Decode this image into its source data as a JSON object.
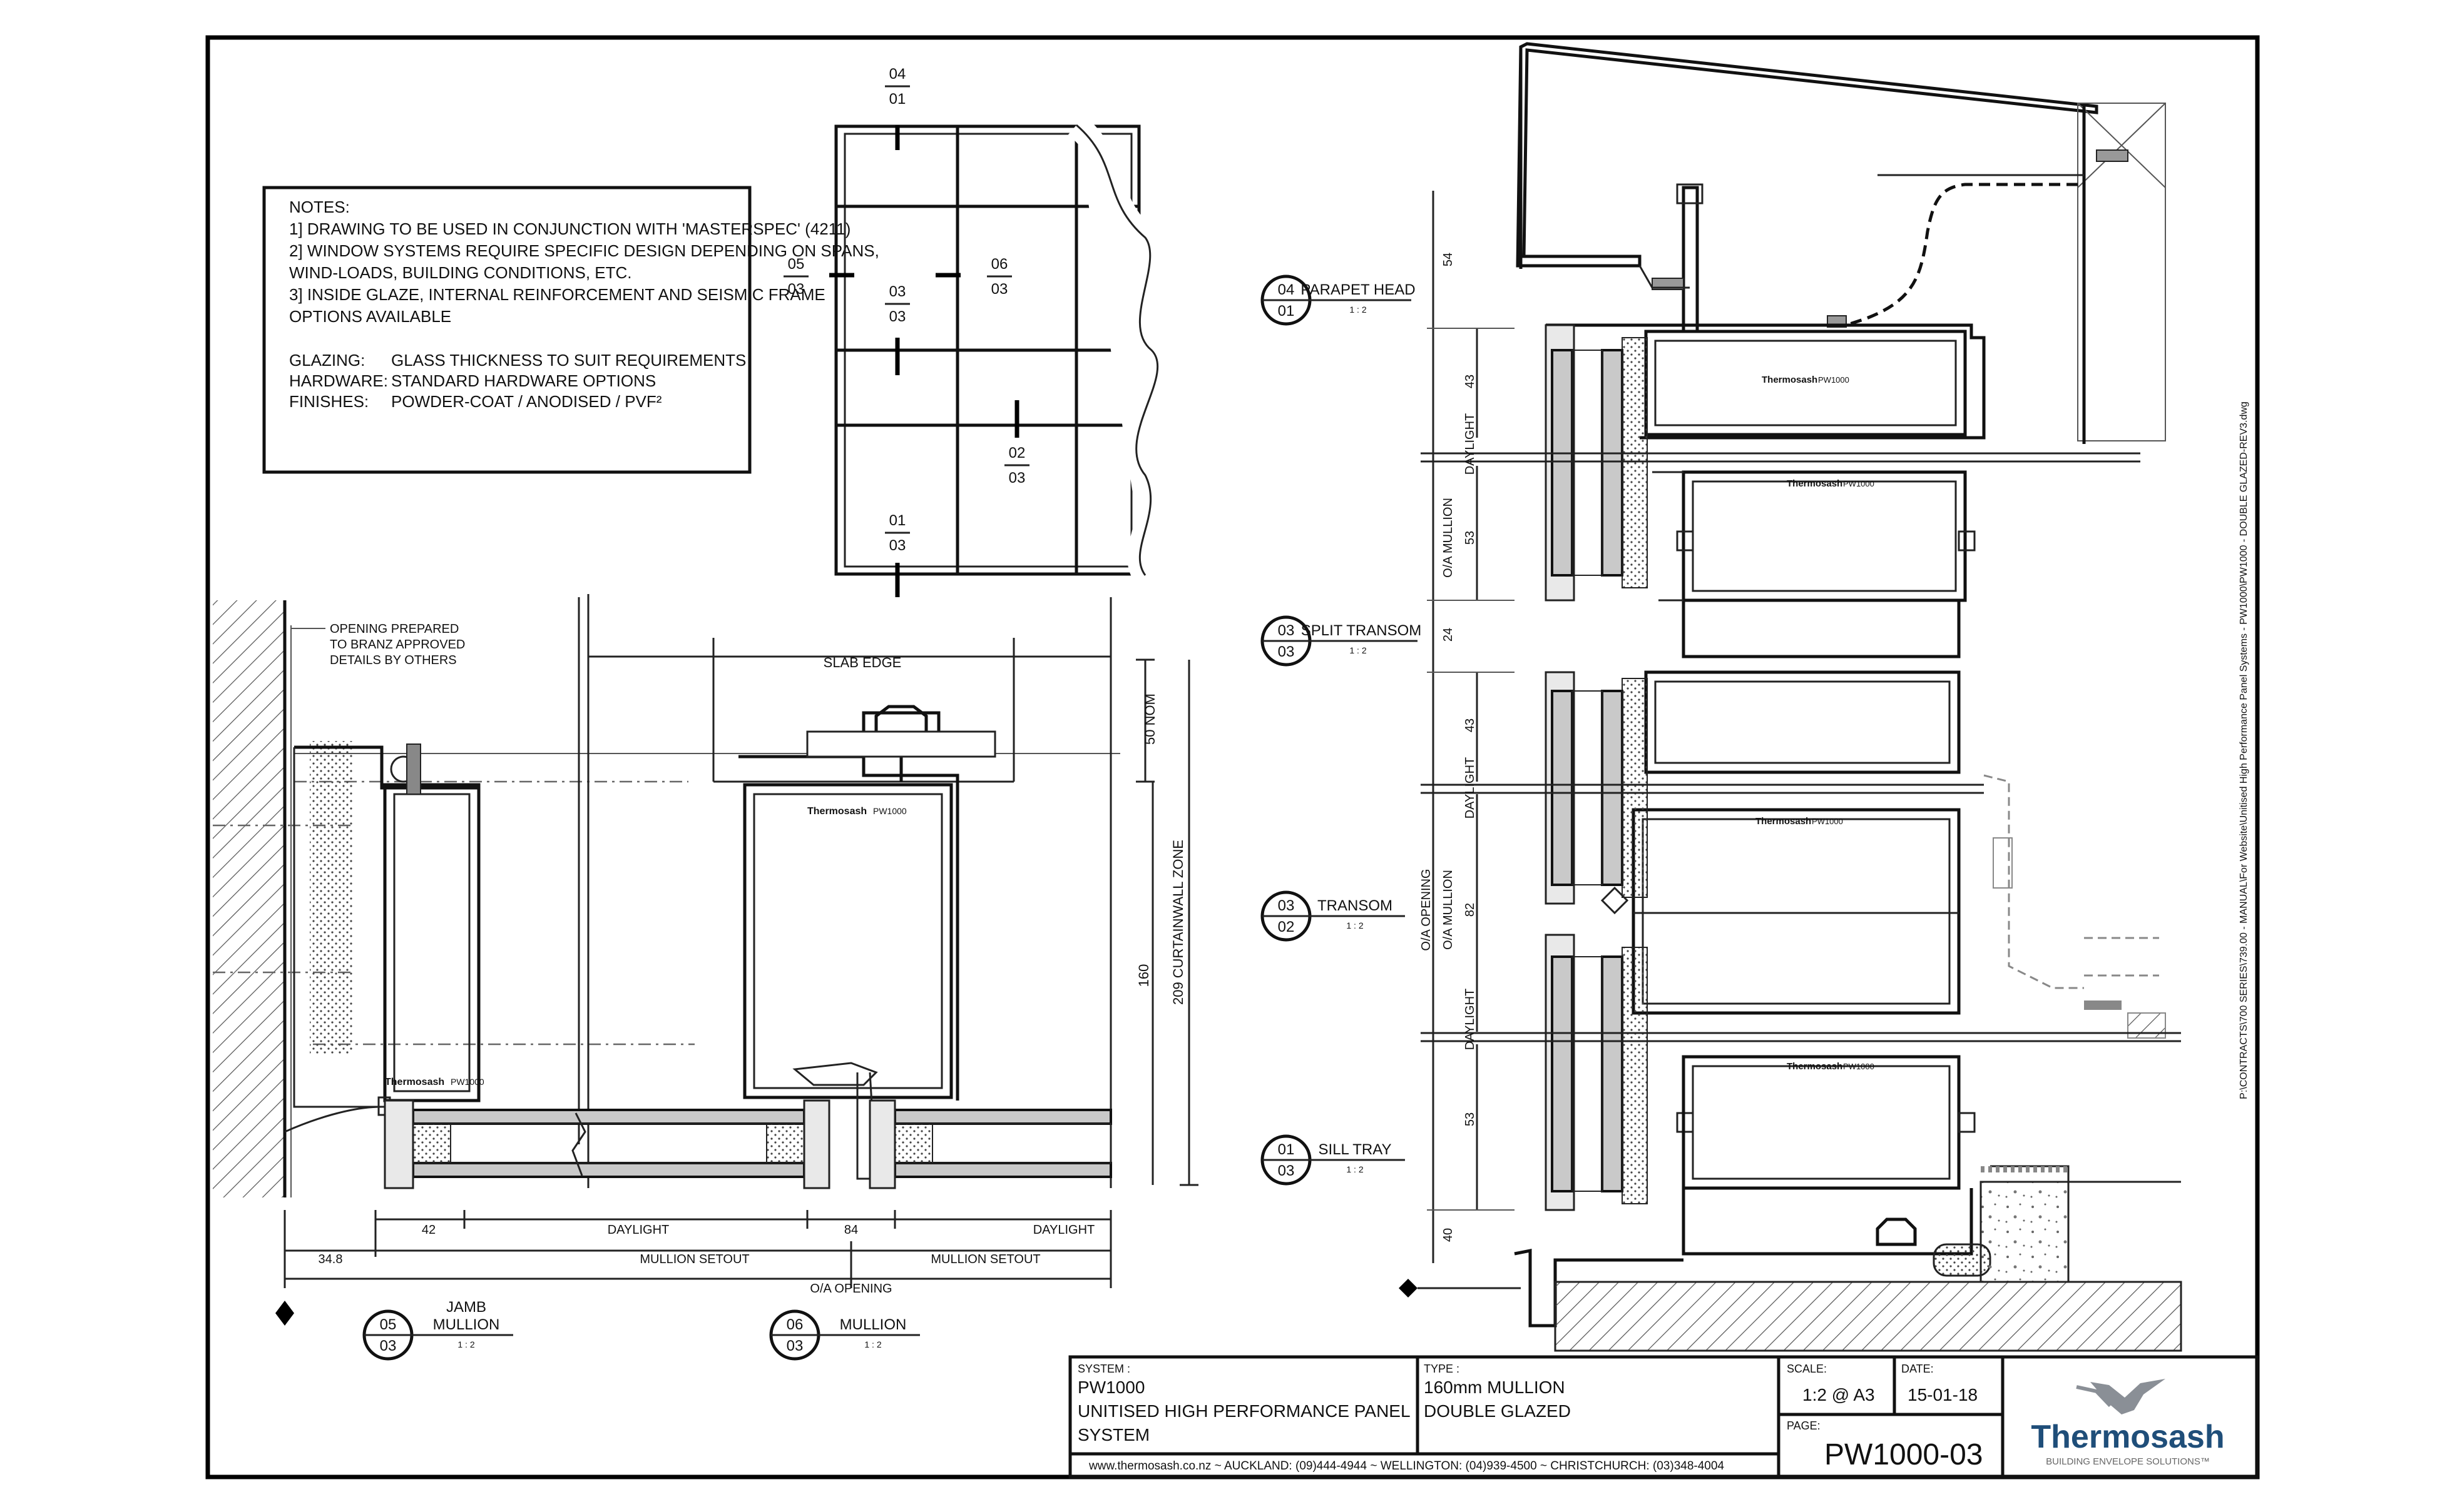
{
  "notes": {
    "heading": "NOTES:",
    "line1": "1] DRAWING TO BE USED IN CONJUNCTION WITH 'MASTERSPEC' (4211)",
    "line2": "2] WINDOW SYSTEMS REQUIRE SPECIFIC DESIGN DEPENDING ON SPANS,",
    "line3": "WIND-LOADS, BUILDING CONDITIONS, ETC.",
    "line4": "3] INSIDE GLAZE, INTERNAL REINFORCEMENT AND SEISMIC FRAME",
    "line5": "OPTIONS AVAILABLE",
    "glazing_label": "GLAZING:",
    "glazing_value": "GLASS THICKNESS TO SUIT REQUIREMENTS",
    "hardware_label": "HARDWARE:",
    "hardware_value": "STANDARD HARDWARE OPTIONS",
    "finishes_label": "FINISHES:",
    "finishes_value": "POWDER-COAT / ANODISED / PVF²"
  },
  "elevation_refs": {
    "top": [
      "04",
      "01"
    ],
    "left": [
      "05",
      "03"
    ],
    "center": [
      "03",
      "03"
    ],
    "right": [
      "06",
      "03"
    ],
    "lower_right": [
      "02",
      "03"
    ],
    "bottom": [
      "01",
      "03"
    ]
  },
  "plan_labels": {
    "opening_note_1": "OPENING PREPARED",
    "opening_note_2": "TO BRANZ APPROVED",
    "opening_note_3": "DETAILS BY OTHERS",
    "slab_edge": "SLAB EDGE",
    "dim_50_nom": "50 NOM",
    "dim_160": "160",
    "dim_209": "209 CURTAINWALL ZONE",
    "dim_34_8": "34.8",
    "dim_42": "42",
    "daylight_left": "DAYLIGHT",
    "dim_84": "84",
    "daylight_right": "DAYLIGHT",
    "mullion_setout_left": "MULLION SETOUT",
    "mullion_setout_right": "MULLION SETOUT",
    "oa_opening": "O/A OPENING"
  },
  "section_callouts": [
    {
      "top": "05",
      "bottom": "03",
      "title": "JAMB",
      "title2": "MULLION",
      "scale": "1 : 2"
    },
    {
      "top": "06",
      "bottom": "03",
      "title": "MULLION",
      "scale": "1 : 2"
    },
    {
      "top": "04",
      "bottom": "01",
      "title": "PARAPET HEAD",
      "scale": "1 : 2"
    },
    {
      "top": "03",
      "bottom": "03",
      "title": "SPLIT TRANSOM",
      "scale": "1 : 2"
    },
    {
      "top": "03",
      "bottom": "02",
      "title": "TRANSOM",
      "scale": "1 : 2"
    },
    {
      "top": "01",
      "bottom": "03",
      "title": "SILL TRAY",
      "scale": "1 : 2"
    }
  ],
  "section_dims": {
    "d54": "54",
    "d43a": "43",
    "daylight_a": "DAYLIGHT",
    "d53a": "53",
    "oa_mullion_a": "O/A MULLION",
    "d24": "24",
    "d43b": "43",
    "daylight_b": "DAYLIGHT",
    "d82": "82",
    "oa_mullion_b": "O/A MULLION",
    "oa_opening": "O/A OPENING",
    "daylight_c": "DAYLIGHT",
    "d53b": "53",
    "d40": "40"
  },
  "profile_brand": "Thermosash",
  "profile_code": "PW1000",
  "file_path": "P:\\CONTRACTS\\700 SERIES\\739.00 - MANUAL\\For Website\\Unitised High Performance Panel Systems - PW1000\\PW1000 - DOUBLE GLAZED-REV3.dwg",
  "title_block": {
    "system_label": "SYSTEM :",
    "system_code": "PW1000",
    "system_name_1": "UNITISED HIGH PERFORMANCE PANEL",
    "system_name_2": "SYSTEM",
    "type_label": "TYPE :",
    "type_1": "160mm MULLION",
    "type_2": "DOUBLE GLAZED",
    "scale_label": "SCALE:",
    "scale_value": "1:2 @ A3",
    "date_label": "DATE:",
    "date_value": "15-01-18",
    "page_label": "PAGE:",
    "page_value": "PW1000-03",
    "contact": "www.thermosash.co.nz ~ AUCKLAND: (09)444-4944 ~ WELLINGTON: (04)939-4500 ~ CHRISTCHURCH: (03)348-4004",
    "logo_name": "Thermosash",
    "logo_tagline": "BUILDING ENVELOPE SOLUTIONS™"
  },
  "colors": {
    "line": "#111111",
    "logo_blue": "#1f4e79",
    "logo_grey": "#8a8f96",
    "glass": "#c9c9c9"
  }
}
